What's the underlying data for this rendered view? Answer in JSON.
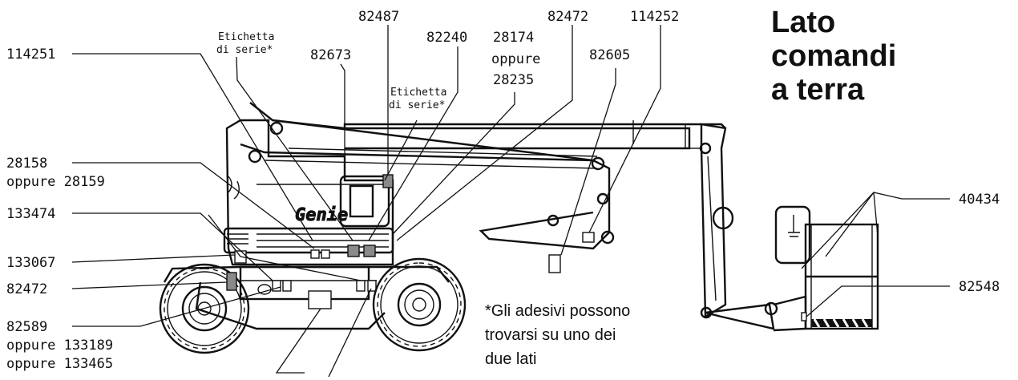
{
  "title": {
    "line1": "Lato",
    "line2": "comandi",
    "line3": "a terra"
  },
  "note": {
    "line1": "*Gli adesivi possono",
    "line2": "trovarsi su uno dei",
    "line3": "due lati"
  },
  "brand": "Genie",
  "labels": {
    "l114251": "114251",
    "serial1_a": "Etichetta",
    "serial1_b": "di serie*",
    "l82673": "82673",
    "l82487": "82487",
    "l82240": "82240",
    "serial2_a": "Etichetta",
    "serial2_b": "di serie*",
    "l28174_a": "28174",
    "l28174_b": "oppure",
    "l28174_c": "28235",
    "l82472_top": "82472",
    "l82605": "82605",
    "l114252": "114252",
    "l28158_a": "28158",
    "l28158_b": "oppure 28159",
    "l133474": "133474",
    "l133067": "133067",
    "l82472_left": "82472",
    "l82589_a": "82589",
    "l82589_b": "oppure 133189",
    "l82589_c": "oppure 133465",
    "l40434": "40434",
    "l82548": "82548"
  }
}
